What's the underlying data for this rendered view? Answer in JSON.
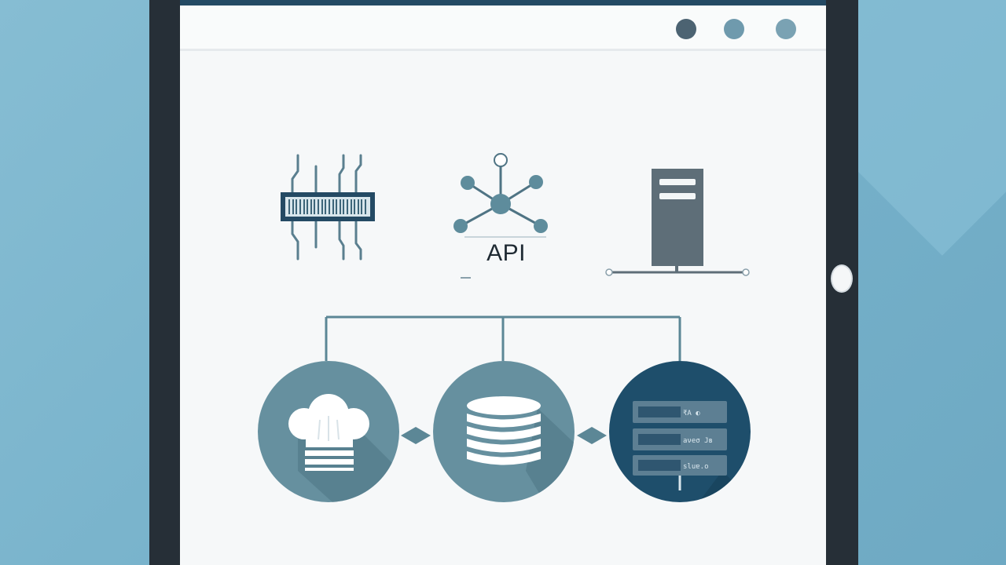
{
  "window": {
    "controls": [
      "dot-dark",
      "dot-mid",
      "dot-light"
    ]
  },
  "top_row": {
    "chip": {
      "icon": "microchip-icon"
    },
    "api": {
      "icon": "network-hub-icon",
      "label": "API"
    },
    "server": {
      "icon": "server-tower-icon"
    }
  },
  "bottom_row": {
    "chef": {
      "icon": "chef-hat-icon"
    },
    "database": {
      "icon": "database-icon"
    },
    "server_rack": {
      "icon": "server-rack-icon",
      "labels": [
        "₹A ◐",
        "aνeσ Jʙ",
        "sluɐ.o"
      ]
    }
  },
  "colors": {
    "background": "#7ab4cc",
    "frame": "#262f37",
    "screen": "#f6f8f9",
    "accent_dark": "#244a64",
    "icon_steel": "#5a7f8f",
    "icon_slate": "#5e6e78",
    "circle_mid": "#66909f",
    "circle_dark": "#1e4e6b",
    "connector": "#5c8796"
  }
}
